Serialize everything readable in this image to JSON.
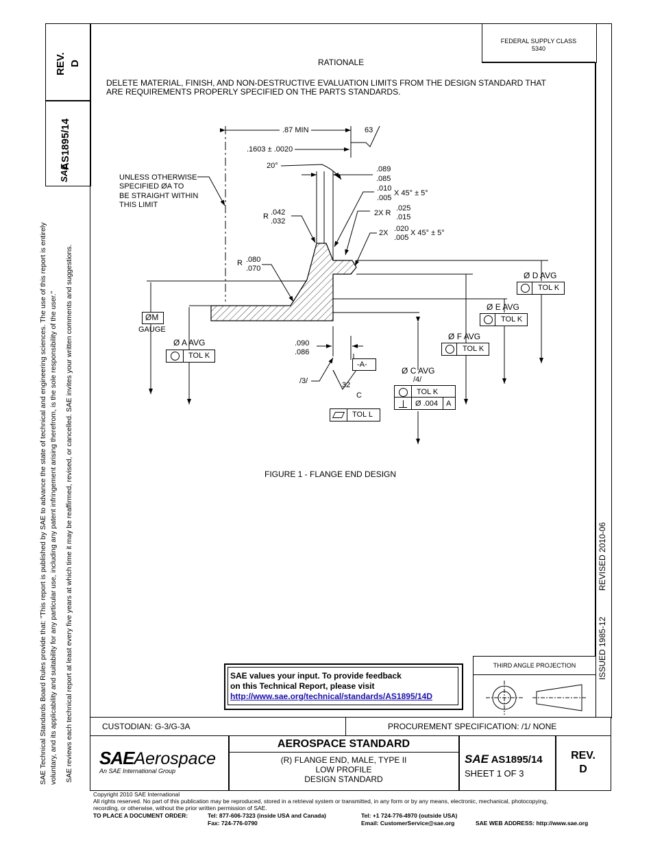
{
  "rev_block": {
    "label": "REV.",
    "value": "D",
    "doc": "AS1895/14",
    "sae_mark": "SAE"
  },
  "side_note": {
    "line1": "SAE Technical Standards Board Rules provide that: \"This report is published by SAE to advance the state of technical and engineering sciences. The use of this report is entirely",
    "line2": "voluntary, and its applicability and suitability for any particular use, including any patent infringement arising therefrom, is the sole responsibility of the user.\"",
    "line3": "SAE reviews each technical report at least every five years at which time it may be reaffirmed, revised, or cancelled. SAE invites your written comments and suggestions."
  },
  "supply_class": {
    "line1": "FEDERAL SUPPLY CLASS",
    "line2": "5340"
  },
  "rationale": {
    "title": "RATIONALE",
    "line1": "DELETE MATERIAL, FINISH, AND NON-DESTRUCTIVE EVALUATION LIMITS FROM THE DESIGN STANDARD THAT",
    "line2": "ARE REQUIREMENTS PROPERLY SPECIFIED ON THE PARTS STANDARDS."
  },
  "drawing": {
    "dim_087": ".87 MIN",
    "finish_63": "63",
    "dim_1603": ".1603",
    "pm": "±",
    "dim_0020": ".0020",
    "angle_20": "20°",
    "note1": "UNLESS OTHERWISE",
    "note2": "SPECIFIED",
    "note2b": "A TO",
    "note3": "BE STRAIGHT WITHIN",
    "note4": "THIS LIMIT",
    "dia": "Ø",
    "dim_089": ".089",
    "dim_085": ".085",
    "dim_010": ".010",
    "dim_005a": ".005",
    "x45": "X 45°",
    "pm5": "± 5°",
    "r_label": "R",
    "dim_042": ".042",
    "dim_032": ".032",
    "twox_r": "2X  R",
    "dim_025": ".025",
    "dim_015": ".015",
    "twox": "2X",
    "dim_020": ".020",
    "dim_005b": ".005",
    "dim_080": ".080",
    "dim_070": ".070",
    "d_avg": "D  AVG",
    "tol_k": "TOL  K",
    "e_avg": "E  AVG",
    "f_avg": "F  AVG",
    "a_avg": "A  AVG",
    "m_label": "M",
    "gauge": "GAUGE",
    "dim_090": ".090",
    "dim_086": ".086",
    "datum_a": "-A-",
    "c_avg": "C  AVG",
    "note4_ref": "/4/",
    "note3_ref": "/3/",
    "finish_32": "32",
    "c_label": "C",
    "tol_l": "TOL  L",
    "pos_val": ".004",
    "pos_datum": "A",
    "caption": "FIGURE 1 - FLANGE END DESIGN"
  },
  "dates": {
    "revised": "REVISED 2010-06",
    "issued": "ISSUED 1985-12"
  },
  "feedback": {
    "line1": "SAE values your input. To provide feedback",
    "line2": "on this Technical Report, please visit",
    "url": "http://www.sae.org/technical/standards/AS1895/14D"
  },
  "projection": {
    "label": "THIRD ANGLE PROJECTION"
  },
  "custodian": "CUSTODIAN: G-3/G-3A",
  "procurement": "PROCUREMENT SPECIFICATION: /1/ NONE",
  "logo": {
    "sae": "SAE",
    "aero": "Aerospace",
    "sub": "An SAE International Group"
  },
  "title_block": {
    "heading": "AEROSPACE STANDARD",
    "line1": "(R)  FLANGE END, MALE, TYPE II",
    "line2": "LOW PROFILE",
    "line3": "DESIGN STANDARD",
    "doc": "AS1895/14",
    "sheet": "SHEET 1 OF 3",
    "rev_label": "REV.",
    "rev_value": "D"
  },
  "footer": {
    "copyright": "Copyright 2010 SAE International",
    "rights1": "All rights reserved. No part of this publication may be reproduced, stored in a retrieval system or transmitted, in any form or by any means, electronic, mechanical, photocopying,",
    "rights2": "recording, or otherwise, without the prior written permission of SAE.",
    "order": "TO PLACE A DOCUMENT ORDER:",
    "tel1": "Tel: 877-606-7323 (inside USA and Canada)",
    "fax": "Fax: 724-776-0790",
    "tel2": "Tel: +1 724-776-4970 (outside USA)",
    "email": "Email: CustomerService@sae.org",
    "web": "SAE WEB ADDRESS: http://www.sae.org"
  }
}
